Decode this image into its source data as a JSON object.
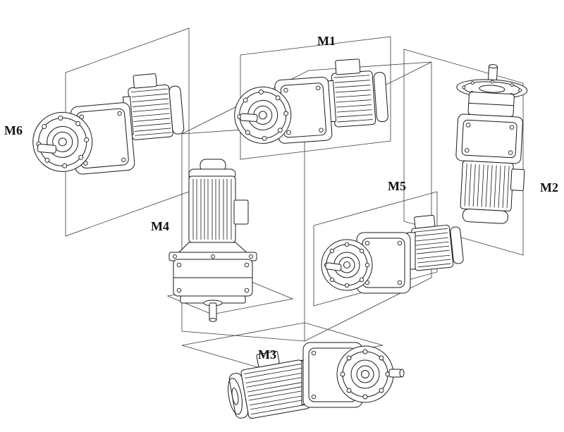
{
  "figure": {
    "labels": {
      "m1": "M1",
      "m2": "M2",
      "m3": "M3",
      "m4": "M4",
      "m5": "M5",
      "m6": "M6"
    },
    "colors": {
      "line": "#1a1a1a",
      "background": "#ffffff"
    }
  }
}
